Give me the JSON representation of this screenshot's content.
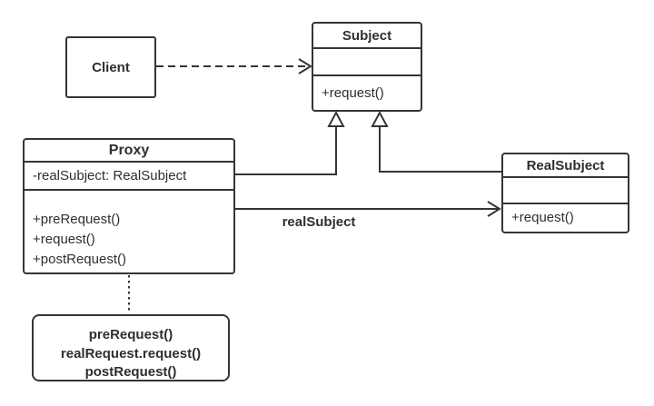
{
  "diagram": {
    "kind": "uml-class-diagram"
  },
  "classes": {
    "client": {
      "name": "Client"
    },
    "subject": {
      "name": "Subject",
      "methods": [
        "+request()"
      ]
    },
    "proxy": {
      "name": "Proxy",
      "attributes": [
        "-realSubject: RealSubject"
      ],
      "methods": [
        "+preRequest()",
        "+request()",
        "+postRequest()"
      ]
    },
    "realsubject": {
      "name": "RealSubject",
      "methods": [
        "+request()"
      ]
    }
  },
  "note": {
    "lines": [
      "preRequest()",
      "realRequest.request()",
      "postRequest()"
    ]
  },
  "edges": {
    "association_label": "realSubject"
  },
  "colors": {
    "stroke": "#353535",
    "text": "#2f2f2f",
    "background": "#ffffff"
  }
}
